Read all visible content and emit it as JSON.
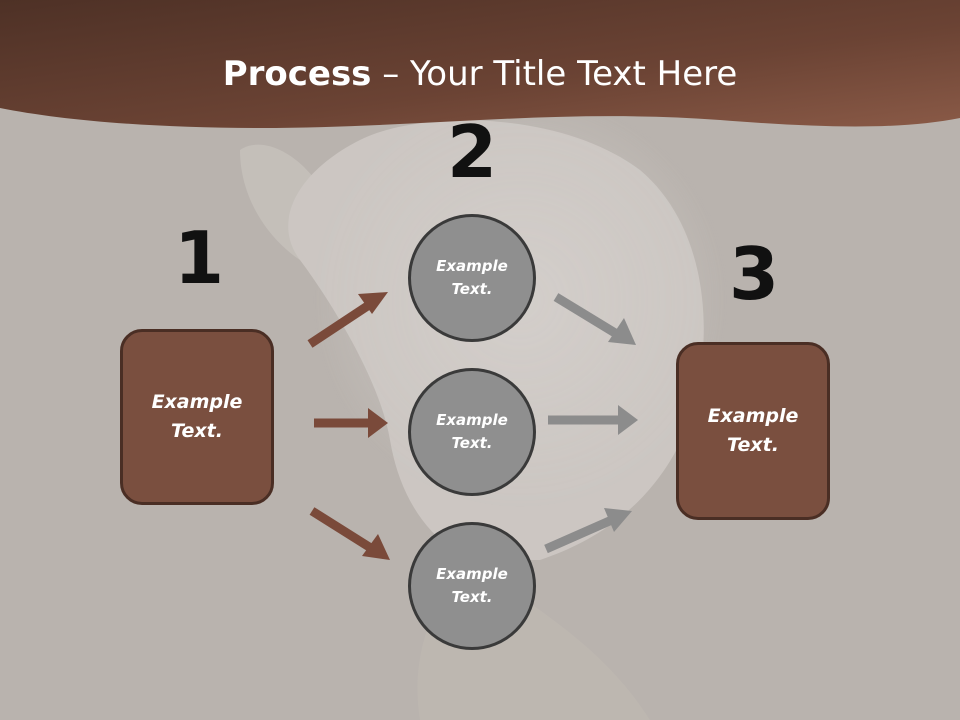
{
  "slide": {
    "title_bold": "Process",
    "title_rest": " – Your Title Text Here",
    "step_numbers": [
      "1",
      "2",
      "3"
    ],
    "left_box": "Example\nText.",
    "right_box": "Example\nText.",
    "circles": [
      "Example\nText.",
      "Example\nText.",
      "Example\nText."
    ]
  },
  "colors": {
    "header_brown": "#6b4334",
    "box_brown": "#7a4f3f",
    "box_border": "#4a2e24",
    "circle_gray": "#8f8f8f",
    "arrow_brown": "#7a4a3a",
    "arrow_gray": "#8c8c8c",
    "background": "#bab4af"
  }
}
